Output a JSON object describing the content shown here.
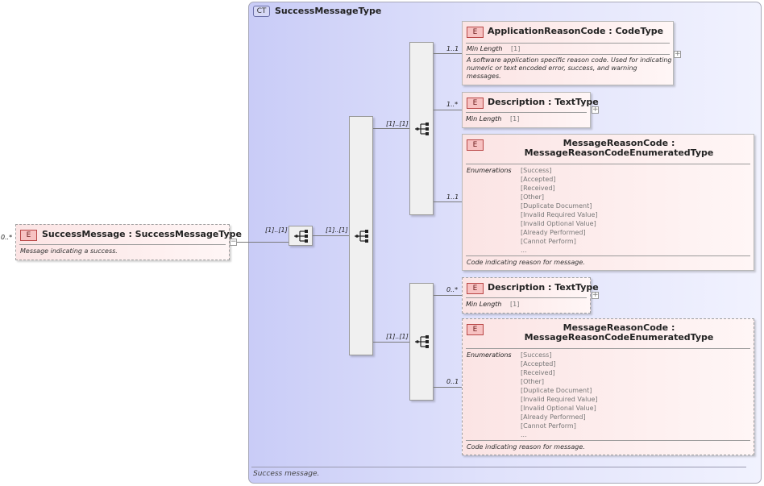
{
  "complex_type": {
    "badge": "CT",
    "name": "SuccessMessageType",
    "documentation": "Success message."
  },
  "root": {
    "badge": "E",
    "cardinality": "0..*",
    "name": "SuccessMessage : SuccessMessageType",
    "documentation": "Message indicating a success."
  },
  "connectors": {
    "root_to_seq": "[1]..[1]",
    "seq_to_choice": "[1]..[1]",
    "choice_to_top": "[1]..[1]",
    "choice_to_bottom": "[1]..[1]"
  },
  "group1": {
    "app_reason": {
      "badge": "E",
      "cardinality": "1..1",
      "name": "ApplicationReasonCode : CodeType",
      "facet_label": "Min Length",
      "facet_value": "[1]",
      "documentation": "A software application specific reason code. Used for indicating numeric or text encoded error, success, and warning messages."
    },
    "description": {
      "badge": "E",
      "cardinality": "1..*",
      "name": "Description : TextType",
      "facet_label": "Min Length",
      "facet_value": "[1]"
    },
    "message_reason": {
      "badge": "E",
      "cardinality": "1..1",
      "name": "MessageReasonCode : MessageReasonCodeEnumeratedType",
      "facet_label": "Enumerations",
      "enumerations": [
        "[Success]",
        "[Accepted]",
        "[Received]",
        "[Other]",
        "[Duplicate Document]",
        "[Invalid Required Value]",
        "[Invalid Optional Value]",
        "[Already Performed]",
        "[Cannot Perform]",
        "..."
      ],
      "documentation": "Code indicating reason for message."
    }
  },
  "group2": {
    "description": {
      "badge": "E",
      "cardinality": "0..*",
      "name": "Description : TextType",
      "facet_label": "Min Length",
      "facet_value": "[1]"
    },
    "message_reason": {
      "badge": "E",
      "cardinality": "0..1",
      "name": "MessageReasonCode : MessageReasonCodeEnumeratedType",
      "facet_label": "Enumerations",
      "enumerations": [
        "[Success]",
        "[Accepted]",
        "[Received]",
        "[Other]",
        "[Duplicate Document]",
        "[Invalid Required Value]",
        "[Invalid Optional Value]",
        "[Already Performed]",
        "[Cannot Perform]",
        "..."
      ],
      "documentation": "Code indicating reason for message."
    }
  },
  "colors": {
    "ct_background": "#dfe1fb",
    "element_background": "#fbe4e4",
    "element_badge": "#f7c2c2"
  }
}
